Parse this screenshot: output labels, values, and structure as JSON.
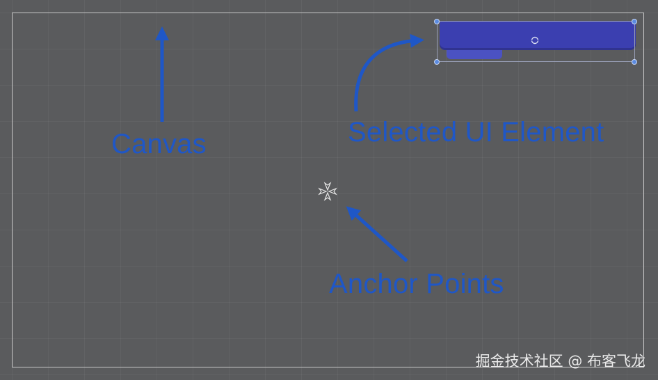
{
  "scene": {
    "annotations": {
      "canvas_label": "Canvas",
      "selected_label": "Selected UI Element",
      "anchor_label": "Anchor Points"
    },
    "watermark": "掘金技术社区 @ 布客飞龙",
    "colors": {
      "background": "#5a5b5d",
      "annotation": "#1f57c7",
      "selected_element": "#3b3fb0",
      "canvas_border": "#c9c9c9"
    },
    "icons": [
      "anchor-points-icon",
      "pivot-icon",
      "arrow-icon"
    ]
  }
}
